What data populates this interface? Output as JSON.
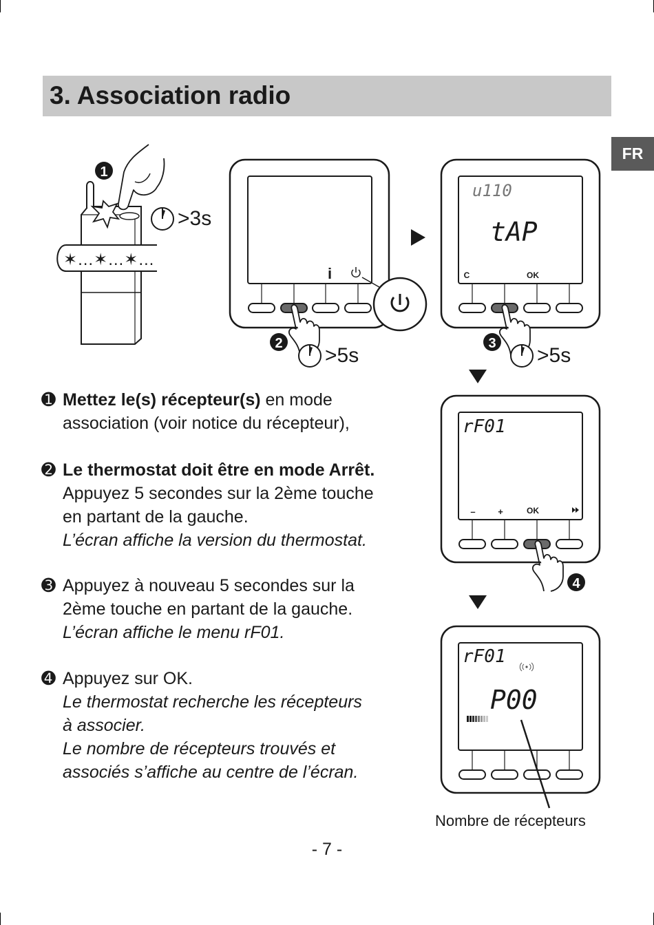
{
  "header": {
    "title": "3. Association radio",
    "lang_tab": "FR"
  },
  "figure": {
    "step_markers": [
      "1",
      "2",
      "3",
      "4"
    ],
    "timers": [
      ">3s",
      ">5s",
      ">5s"
    ],
    "flash_text": "✶…✶…✶…",
    "screen_a": {
      "label_i": "i"
    },
    "screen_b": {
      "version": "u110",
      "main": "tAP",
      "label_c": "C",
      "label_ok": "OK"
    },
    "screen_c": {
      "menu": "rF01",
      "label_minus": "–",
      "label_plus": "+",
      "label_ok": "OK",
      "label_ff": "⏩"
    },
    "screen_d": {
      "menu": "rF01",
      "main": "P00"
    },
    "caption": "Nombre de récepteurs"
  },
  "steps": [
    {
      "marker": "➊",
      "bold": "Mettez le(s) récepteur(s)",
      "rest": " en mode",
      "line2": "association (voir notice du récepteur),"
    },
    {
      "marker": "➋",
      "bold": "Le thermostat doit être en mode Arrêt.",
      "line1": "Appuyez 5 secondes sur la 2ème touche",
      "line2": "en partant de la gauche.",
      "italic1": "L’écran affiche la version du thermostat."
    },
    {
      "marker": "➌",
      "line0": "Appuyez à nouveau 5 secondes sur la",
      "line1": "2ème touche en partant de la gauche.",
      "italic1": "L’écran affiche le menu rF01."
    },
    {
      "marker": "➍",
      "line0": "Appuyez sur OK.",
      "italic1": "Le thermostat recherche les récepteurs",
      "italic2": "à associer.",
      "italic3": "Le nombre de récepteurs trouvés et",
      "italic4": "associés s’affiche au centre de l’écran."
    }
  ],
  "footer": {
    "page": "- 7 -"
  }
}
